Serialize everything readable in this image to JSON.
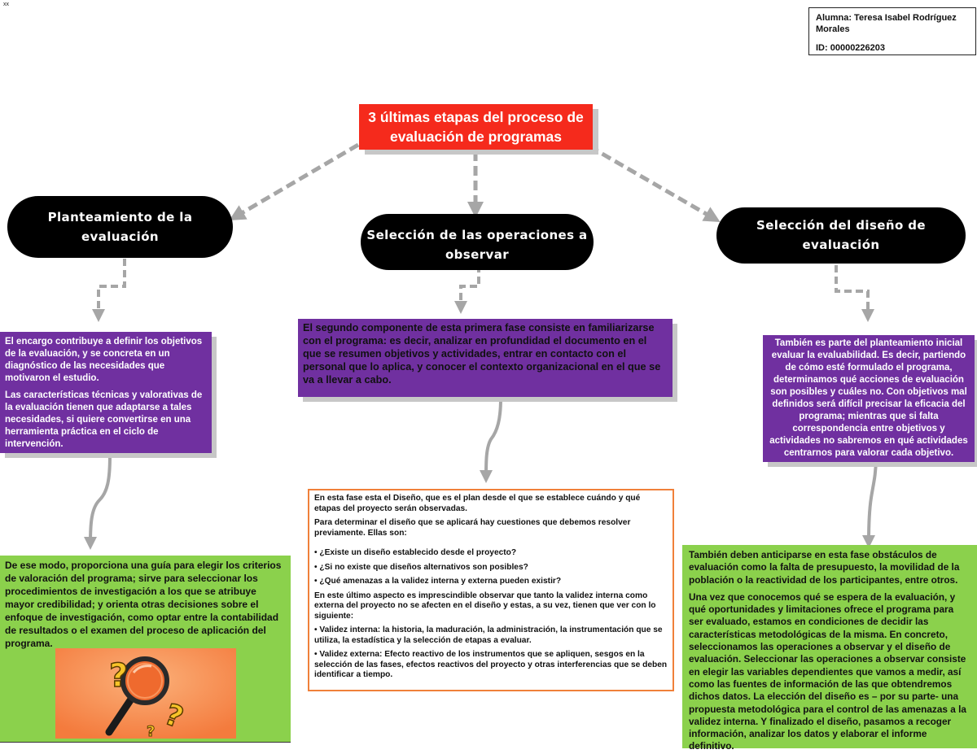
{
  "corner_text": "xx",
  "student": {
    "name": "Alumna: Teresa Isabel Rodríguez Morales",
    "id": "ID: 00000226203"
  },
  "title": "3 últimas etapas del proceso de evaluación de programas",
  "stages": [
    {
      "title": "Planteamiento de la evaluación"
    },
    {
      "title": "Selección de las operaciones a observar"
    },
    {
      "title": "Selección del diseño de evaluación"
    }
  ],
  "left": {
    "purple_p1": "El encargo contribuye a definir los objetivos de la evaluación, y se concreta en un diagnóstico de las necesidades que motivaron el estudio.",
    "purple_p2": "Las características técnicas y valorativas de la evaluación tienen que adaptarse a tales necesidades, si quiere convertirse en una herramienta práctica en el ciclo de intervención.",
    "green": "De ese modo, proporciona una guía para elegir los criterios de valoración del programa; sirve para seleccionar los procedimientos de investigación a los que se atribuye mayor credibilidad; y orienta otras decisiones sobre el enfoque de investigación, como optar entre la contabilidad de resultados o el examen del proceso de aplicación del programa."
  },
  "center": {
    "purple": "El segundo componente de esta primera fase consiste en familiarizarse con el programa: es decir, analizar en profundidad el documento en el que se resumen objetivos y actividades, entrar en contacto con el personal que lo aplica, y conocer el contexto organizacional en el que se va a llevar a cabo.",
    "orange": {
      "p1": "En esta fase esta el Diseño, que es el plan desde el que se establece cuándo y qué etapas del proyecto serán observadas.",
      "p2": "Para determinar el diseño que se aplicará hay cuestiones que debemos resolver previamente. Ellas son:",
      "q1": "• ¿Existe un diseño establecido desde el proyecto?",
      "q2": "• ¿Si no existe que diseños alternativos son posibles?",
      "q3": "• ¿Qué amenazas a la validez interna y externa pueden existir?",
      "p3": "En este último aspecto es imprescindible observar que tanto la validez interna como externa del proyecto no se afecten en el diseño y estas, a su vez, tienen que ver con lo siguiente:",
      "b1": " • Validez interna: la historia, la maduración, la administración, la instrumentación que se utiliza, la estadística y la selección de etapas a evaluar.",
      "b2": "• Validez externa: Efecto reactivo de los instrumentos que se apliquen, sesgos en la selección de las fases, efectos reactivos del proyecto y otras interferencias que se deben identificar a tiempo."
    }
  },
  "right": {
    "purple": "También es parte del planteamiento inicial evaluar la evaluabilidad. Es decir, partiendo de cómo esté formulado el programa, determinamos qué acciones de evaluación son posibles y cuáles no. Con objetivos mal definidos será difícil precisar la eficacia del programa; mientras que si falta correspondencia entre objetivos y actividades no sabremos en qué actividades centrarnos para valorar cada objetivo.",
    "green_p1": "También deben anticiparse en esta fase obstáculos de evaluación como la falta de presupuesto, la movilidad de la población o la reactividad de los participantes, entre otros.",
    "green_p2": "Una vez que conocemos qué se espera de la evaluación, y qué oportunidades y limitaciones ofrece el programa para ser evaluado, estamos en condiciones de decidir las características metodológicas de la misma. En concreto, seleccionamos las operaciones a observar y el diseño de evaluación. Seleccionar las operaciones a observar consiste en elegir las variables dependientes que vamos a medir, así como las fuentes de información de las que obtendremos dichos datos. La elección del diseño es – por su parte- una propuesta metodológica para el control de las amenazas a la validez interna. Y finalizado el diseño, pasamos a recoger información, analizar los datos y elaborar el informe definitivo."
  },
  "colors": {
    "title_bg": "#f52a1c",
    "purple": "#7030a0",
    "green": "#8bd14c",
    "orange_border": "#f0803a",
    "connector": "#a6a6a6"
  },
  "image": {
    "icon": "magnifier-question-icon"
  }
}
